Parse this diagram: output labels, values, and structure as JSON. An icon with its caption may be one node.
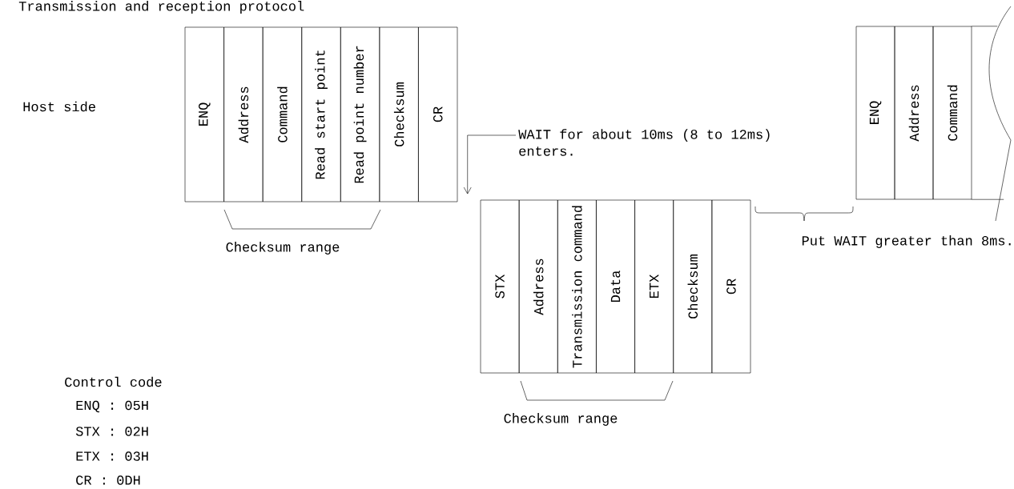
{
  "diagram": {
    "title": "Transmission and reception protocol",
    "nodes": [
      {
        "text": [
          "ENQ"
        ]
      },
      {
        "text": [
          "Address"
        ]
      },
      {
        "text": [
          "Command"
        ]
      },
      {
        "text": [
          "Read start point"
        ]
      },
      {
        "text": [
          "Read point number"
        ]
      },
      {
        "text": [
          "Checksum"
        ]
      },
      {
        "text": [
          "CR"
        ]
      },
      {
        "text": [
          "ENQ"
        ]
      },
      {
        "text": [
          "Address"
        ]
      },
      {
        "text": [
          "Command"
        ]
      },
      {
        "text": [],
        "shape": "box"
      },
      {
        "text": [
          "WAIT for about 10ms (8 to 12ms) enters."
        ]
      },
      {
        "text": [
          "STX"
        ]
      },
      {
        "text": [
          "Address"
        ]
      },
      {
        "text": [
          "Transmission command"
        ]
      },
      {
        "text": [
          "Data"
        ]
      },
      {
        "text": [
          "ETX"
        ]
      },
      {
        "text": [
          "Checksum"
        ]
      },
      {
        "text": [
          "CR"
        ]
      }
    ],
    "edges": [
      {
        "from": 11,
        "to": 12,
        "arrow": "to"
      }
    ],
    "labels": [
      "Host side",
      "Checksum range",
      "Put WAIT greater than 8ms.",
      "Checksum range",
      "Control code",
      "ENQ : 05H",
      "STX : 02H",
      "ETX : 03H",
      "CR  : 0DH"
    ]
  }
}
